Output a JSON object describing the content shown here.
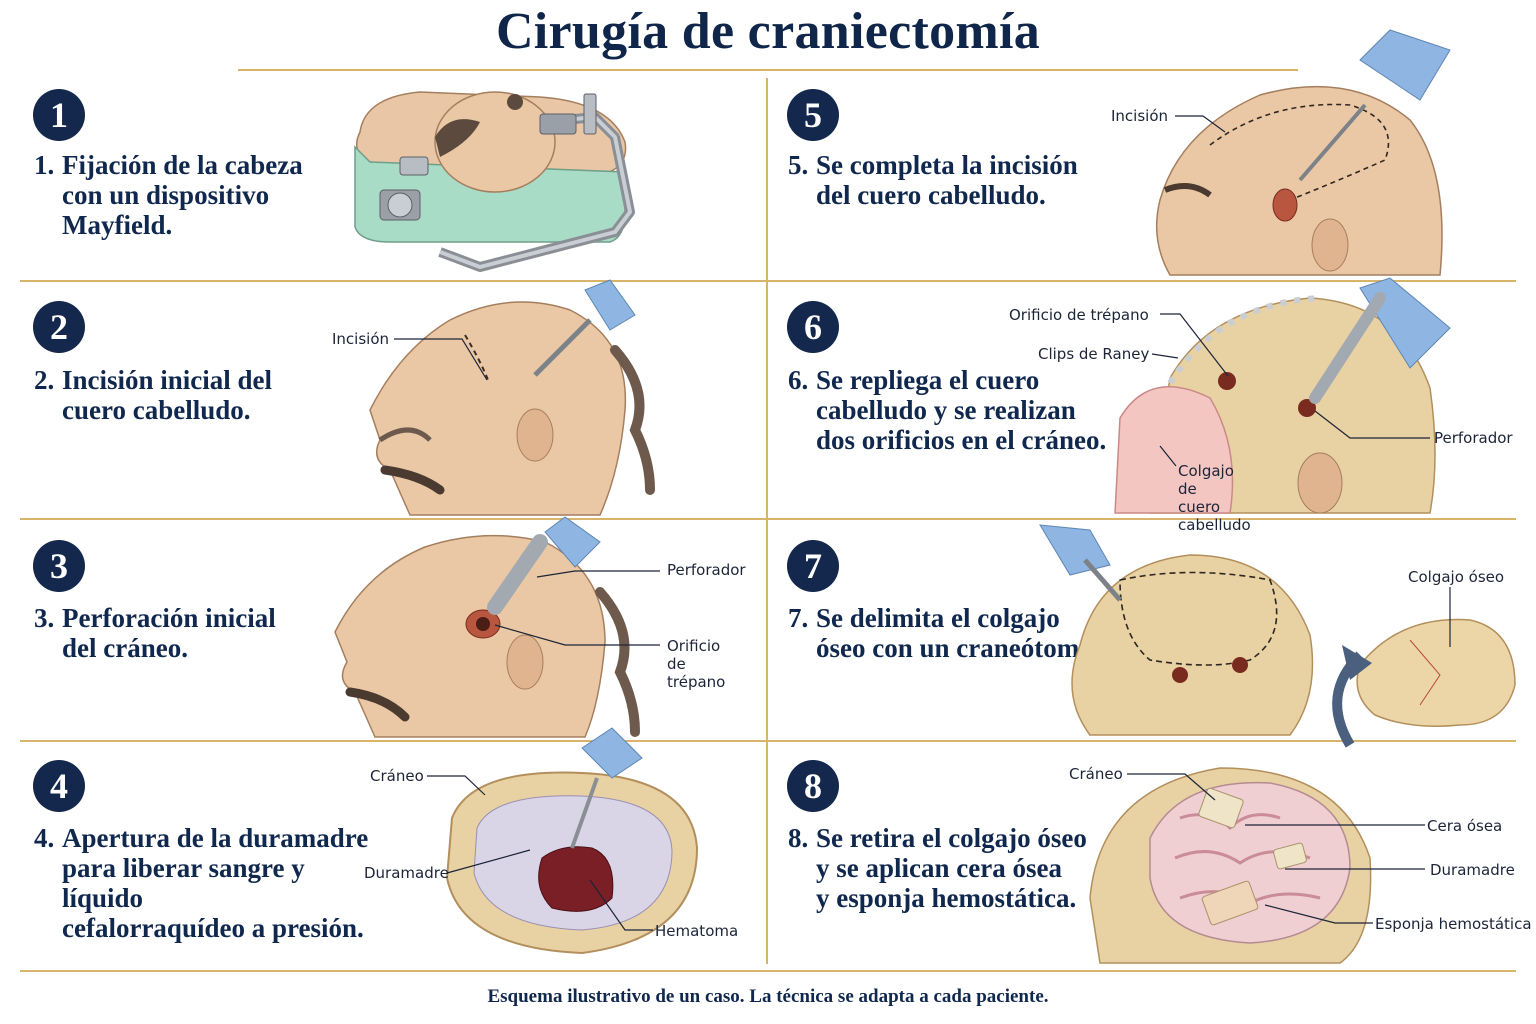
{
  "title": "Cirugía de craniectomía",
  "footer": "Esquema ilustrativo de un caso. La técnica se adapta a cada paciente.",
  "colors": {
    "navy": "#14284d",
    "gold_rule": "#d8b36a",
    "skin": "#e9c7a6",
    "bone": "#e8d2a4",
    "glove": "#8fb6e2"
  },
  "steps": [
    {
      "badge": "1",
      "num": "1.",
      "text": "Fijación de la cabeza\ncon un dispositivo\nMayfield.",
      "labels": []
    },
    {
      "badge": "2",
      "num": "2.",
      "text": "Incisión inicial del\ncuero cabelludo.",
      "labels": [
        "Incisión"
      ]
    },
    {
      "badge": "3",
      "num": "3.",
      "text": "Perforación inicial\ndel cráneo.",
      "labels": [
        "Perforador",
        "Orificio\nde trépano"
      ]
    },
    {
      "badge": "4",
      "num": "4.",
      "text": "Apertura de la duramadre\npara liberar sangre y líquido\ncefalorraquídeo a presión.",
      "labels": [
        "Cráneo",
        "Duramadre",
        "Hematoma"
      ]
    },
    {
      "badge": "5",
      "num": "5.",
      "text": "Se completa la incisión\ndel cuero cabelludo.",
      "labels": [
        "Incisión"
      ]
    },
    {
      "badge": "6",
      "num": "6.",
      "text": "Se repliega el cuero\ncabelludo y se realizan\ndos orificios en el cráneo.",
      "labels": [
        "Orificio de trépano",
        "Clips de Raney",
        "Perforador",
        "Colgajo de\ncuero cabelludo"
      ]
    },
    {
      "badge": "7",
      "num": "7.",
      "text": "Se delimita el colgajo\nóseo con un craneótomo.",
      "labels": [
        "Colgajo óseo"
      ]
    },
    {
      "badge": "8",
      "num": "8.",
      "text": "Se retira el colgajo óseo\ny se aplican cera ósea\ny esponja hemostática.",
      "labels": [
        "Cráneo",
        "Cera ósea",
        "Duramadre",
        "Esponja hemostática"
      ]
    }
  ]
}
